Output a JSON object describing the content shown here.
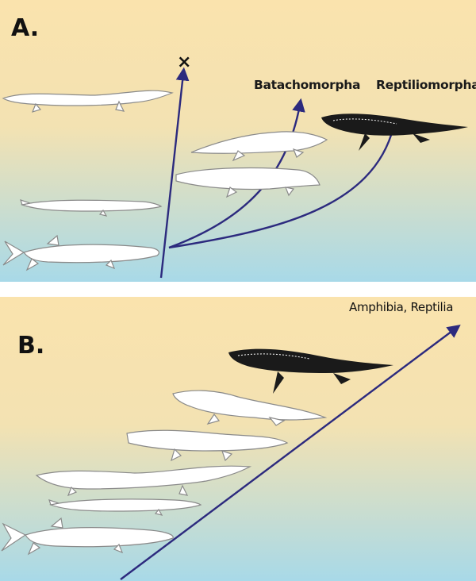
{
  "panel_a": {
    "letter": "A.",
    "extinct_marker": "×",
    "labels": {
      "batrachomorpha": "Batachomorpha",
      "reptiliomorpha": "Reptiliomorpha"
    }
  },
  "panel_b": {
    "letter": "B.",
    "labels": {
      "terminal": "Amphibia, Reptilia"
    }
  },
  "colors": {
    "background_top": "#fae3ad",
    "background_bottom": "#a8d9e8",
    "lineage_lines": "#2c2a7e",
    "animal_fill": "#ffffff",
    "animal_outline": "#8a8a8a"
  }
}
